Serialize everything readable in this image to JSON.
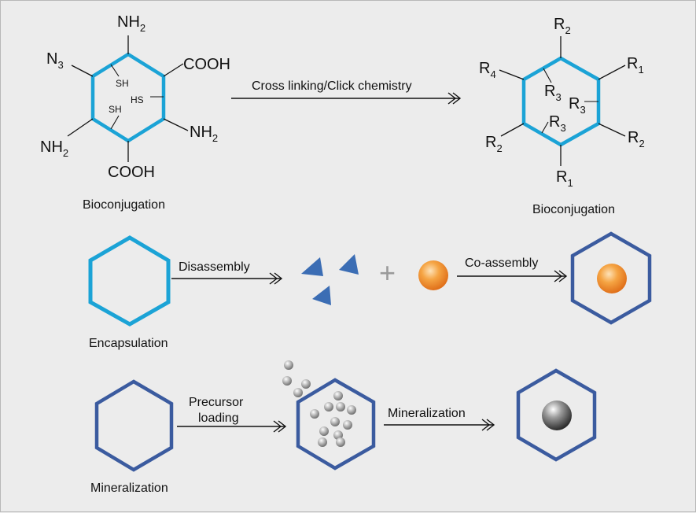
{
  "colors": {
    "cyan_hexagon": "#1ba3d6",
    "navy_hexagon": "#3b5b9f",
    "triangle": "#3b6db4",
    "orange_particle": "#f08a1c",
    "gray_particle": "#9a9a9a",
    "background": "#ececec",
    "plus": "#9a9a9a"
  },
  "row1": {
    "left_molecule": {
      "top_group": "NH",
      "top_sub": "2",
      "n3": "N",
      "n3_sub": "3",
      "cooh_right": "COOH",
      "nh2_right": "NH",
      "nh2_right_sub": "2",
      "nh2_left": "NH",
      "nh2_left_sub": "2",
      "cooh_bottom": "COOH",
      "sh1": "SH",
      "sh2": "SH",
      "hs": "HS"
    },
    "arrow_label": "Cross linking/Click chemistry",
    "right_molecule": {
      "r": "R",
      "top_sub": "2",
      "r1_right_sub": "1",
      "r4_sub": "4",
      "r3_a_sub": "3",
      "r3_b_sub": "3",
      "r3_c_sub": "3",
      "r2_left_sub": "2",
      "r2_right_sub": "2",
      "r1_bottom_sub": "1"
    },
    "caption_left": "Bioconjugation",
    "caption_right": "Bioconjugation"
  },
  "row2": {
    "arrow1_label": "Disassembly",
    "plus": "+",
    "arrow2_label": "Co-assembly",
    "caption": "Encapsulation"
  },
  "row3": {
    "arrow1_label_line1": "Precursor",
    "arrow1_label_line2": "loading",
    "arrow2_label": "Mineralization",
    "caption": "Mineralization"
  }
}
